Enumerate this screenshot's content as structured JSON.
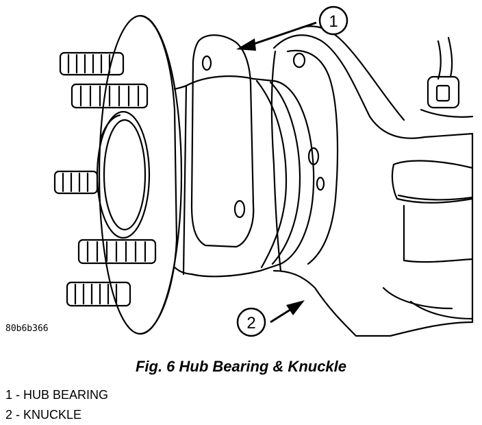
{
  "figure": {
    "code": "80b6b366",
    "caption": "Fig. 6 Hub Bearing & Knuckle",
    "callouts": [
      {
        "number": "1",
        "text": "HUB BEARING"
      },
      {
        "number": "2",
        "text": "KNUCKLE"
      }
    ],
    "legend": [
      "1 - HUB BEARING",
      "2 - KNUCKLE"
    ]
  }
}
